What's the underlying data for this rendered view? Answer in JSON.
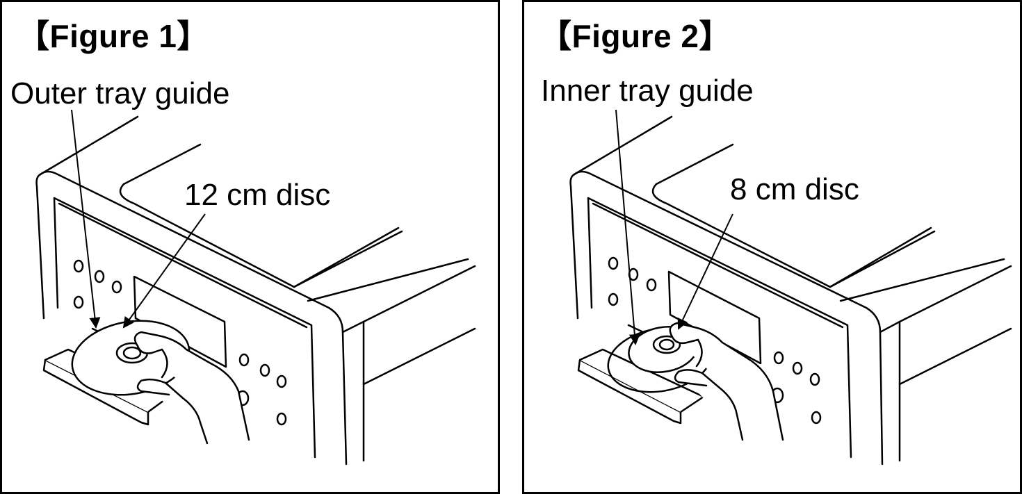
{
  "figures": [
    {
      "title": "【Figure 1】",
      "guide_label": "Outer tray guide",
      "disc_label": "12 cm disc"
    },
    {
      "title": "【Figure 2】",
      "guide_label": "Inner tray guide",
      "disc_label": "8 cm disc"
    }
  ]
}
